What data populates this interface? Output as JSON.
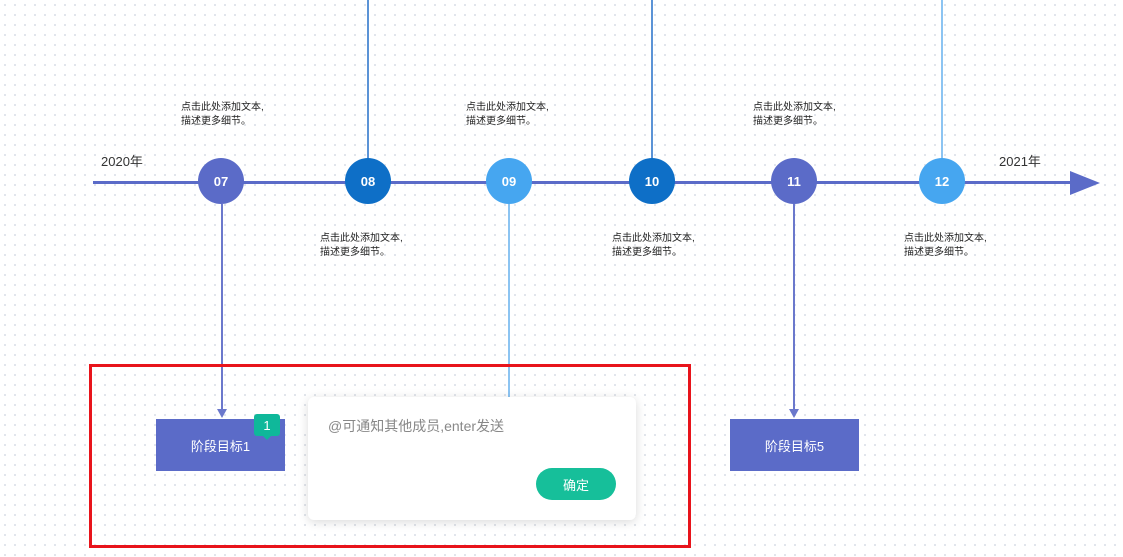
{
  "timeline": {
    "start_year": "2020年",
    "end_year": "2021年",
    "nodes": [
      {
        "label": "07",
        "color": "#5b6bc8"
      },
      {
        "label": "08",
        "color": "#0e6fc7"
      },
      {
        "label": "09",
        "color": "#46a6f0"
      },
      {
        "label": "10",
        "color": "#0e6fc7"
      },
      {
        "label": "11",
        "color": "#5b6bc8"
      },
      {
        "label": "12",
        "color": "#46a6f0"
      }
    ],
    "descriptions": [
      {
        "line1": "点击此处添加文本,",
        "line2": "描述更多细节。"
      },
      {
        "line1": "点击此处添加文本,",
        "line2": "描述更多细节。"
      },
      {
        "line1": "点击此处添加文本,",
        "line2": "描述更多细节。"
      },
      {
        "line1": "点击此处添加文本,",
        "line2": "描述更多细节。"
      },
      {
        "line1": "点击此处添加文本,",
        "line2": "描述更多细节。"
      },
      {
        "line1": "点击此处添加文本,",
        "line2": "描述更多细节。"
      }
    ],
    "axis_color": "#5b6bc8"
  },
  "goals": [
    {
      "label": "阶段目标1"
    },
    {
      "label": "阶段目标5"
    }
  ],
  "comment_badge": {
    "count": "1",
    "color": "#0fb89a"
  },
  "comment_popup": {
    "placeholder": "@可通知其他成员,enter发送",
    "confirm_label": "确定",
    "confirm_color": "#16bf9a"
  },
  "highlight_color": "#e8141b"
}
